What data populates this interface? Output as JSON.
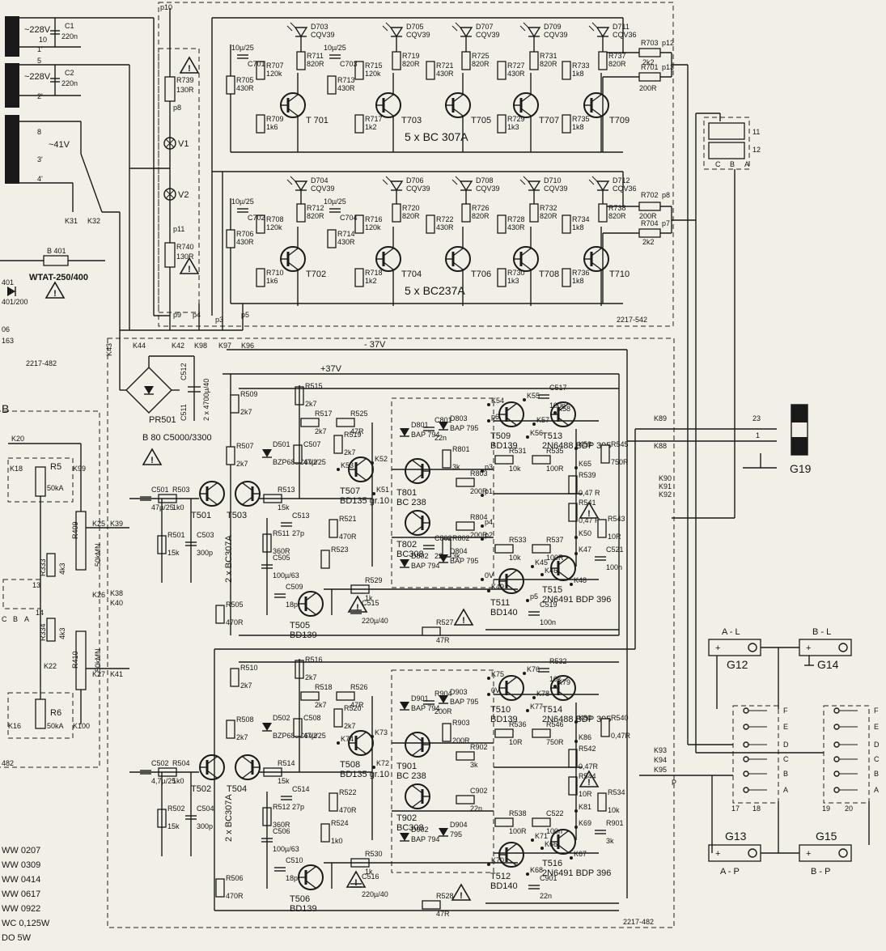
{
  "drawing_numbers": [
    "2217-542",
    "2217-482",
    "2217-482"
  ],
  "transformer_taps": [
    {
      "id": "tap-228a",
      "label": "~228V",
      "pins": [
        "C1",
        "220n"
      ]
    },
    {
      "id": "tap-228b",
      "label": "~228V",
      "pins": [
        "C2",
        "220n"
      ]
    },
    {
      "id": "tap-41",
      "label": "~41V"
    }
  ],
  "pins": {
    "top": [
      "10",
      "1'",
      "5",
      "2'",
      "8",
      "3'",
      "4'"
    ]
  },
  "upper_board": {
    "leds_top": [
      {
        "ref": "D703",
        "type": "CQV39"
      },
      {
        "ref": "D705",
        "type": "CQV39"
      },
      {
        "ref": "D707",
        "type": "CQV39"
      },
      {
        "ref": "D709",
        "type": "CQV39"
      },
      {
        "ref": "D711",
        "type": "CQV36"
      }
    ],
    "leds_bottom": [
      {
        "ref": "D704",
        "type": "CQV39"
      },
      {
        "ref": "D706",
        "type": "CQV39"
      },
      {
        "ref": "D708",
        "type": "CQV39"
      },
      {
        "ref": "D710",
        "type": "CQV39"
      },
      {
        "ref": "D712",
        "type": "CQV36"
      }
    ],
    "transistors_top": [
      "T 701",
      "T703",
      "T705",
      "T707",
      "T709"
    ],
    "transistors_bottom": [
      "T702",
      "T704",
      "T706",
      "T708",
      "T710"
    ],
    "group_top": "5 x BC 307A",
    "group_bottom": "5 x BC237A",
    "resistors_top": [
      [
        "R707",
        "120k"
      ],
      [
        "R711",
        "820R"
      ],
      [
        "R705",
        "430R"
      ],
      [
        "R709",
        "1k6"
      ],
      [
        "R715",
        "120k"
      ],
      [
        "R719",
        "820R"
      ],
      [
        "R713",
        "430R"
      ],
      [
        "R717",
        "1k2"
      ],
      [
        "R721",
        "430R"
      ],
      [
        "R725",
        "820R"
      ],
      [
        "R729",
        "1k3"
      ],
      [
        "R727",
        "430R"
      ],
      [
        "R731",
        "820R"
      ],
      [
        "R733",
        "1k8"
      ],
      [
        "R735",
        "1k8"
      ],
      [
        "R737",
        "820R"
      ]
    ],
    "resistors_bottom": [
      [
        "R708",
        "120k"
      ],
      [
        "R712",
        "820R"
      ],
      [
        "R706",
        "430R"
      ],
      [
        "R710",
        "1k6"
      ],
      [
        "R716",
        "120k"
      ],
      [
        "R720",
        "820R"
      ],
      [
        "R714",
        "430R"
      ],
      [
        "R718",
        "1k2"
      ],
      [
        "R722",
        "430R"
      ],
      [
        "R726",
        "820R"
      ],
      [
        "R730",
        "1k3"
      ],
      [
        "R728",
        "430R"
      ],
      [
        "R732",
        "820R"
      ],
      [
        "R734",
        "1k8"
      ],
      [
        "R736",
        "1k8"
      ],
      [
        "R738",
        "820R"
      ]
    ],
    "caps": [
      [
        "C701",
        "10µ/25"
      ],
      [
        "C703",
        "10µ/25"
      ],
      [
        "C702",
        "10µ/25"
      ],
      [
        "C704",
        "10µ/25"
      ]
    ],
    "outputs": [
      [
        "R703",
        "2k2",
        "p12"
      ],
      [
        "R701",
        "200R",
        "p13"
      ],
      [
        "R702",
        "200R",
        "p8"
      ],
      [
        "R704",
        "2k2",
        "p7"
      ]
    ]
  },
  "lamp_column": {
    "r739": [
      "R739",
      "130R"
    ],
    "r740": [
      "R740",
      "130R"
    ],
    "lamps": [
      "V1",
      "V2"
    ],
    "nodes": [
      "p10",
      "p8",
      "p11",
      "p9"
    ]
  },
  "power": {
    "minus_rail": "- 37V",
    "plus_rail": "+37V",
    "bridge": "PR501",
    "bridge_type": "B 80 C5000/3300",
    "c512": "C512",
    "c511": "C511",
    "caps_value": "2 x 4700µ/40",
    "fuse": "B 401",
    "fuse_type": "WTAT-250/400",
    "aux": [
      "401",
      "401/200",
      "06",
      "163"
    ]
  },
  "connectors": [
    "K31",
    "K32",
    "K43",
    "K44",
    "K42",
    "K98",
    "K97",
    "K96",
    "p4",
    "p3",
    "p5",
    "K20",
    "K18",
    "K99",
    "K25",
    "K39",
    "K26",
    "K38",
    "K40",
    "K22",
    "K27",
    "K41",
    "K16",
    "K100",
    "K89",
    "K88",
    "K90",
    "K91",
    "K92",
    "K93",
    "K94",
    "K95"
  ],
  "upper_amp": {
    "transistors": [
      [
        "T501",
        ""
      ],
      [
        "T503",
        ""
      ],
      [
        "T505",
        "BD139"
      ],
      [
        "T507",
        "BD135 gr.10"
      ],
      [
        "T509",
        "BD139"
      ],
      [
        "T511",
        "BD140"
      ],
      [
        "T513",
        "2N6488 BDP 395"
      ],
      [
        "T515",
        "2N6491 BDP 396"
      ],
      [
        "T801",
        "BC 238"
      ],
      [
        "T802",
        "BC308"
      ]
    ],
    "pair_label": "2 x BC307A",
    "parts": [
      [
        "R509",
        "2k7"
      ],
      [
        "R515",
        "2k7"
      ],
      [
        "R517",
        "2k7"
      ],
      [
        "R525",
        "47R"
      ],
      [
        "R519",
        "2k7"
      ],
      [
        "R507",
        "2k7"
      ],
      [
        "D501",
        "BZP683C6V2"
      ],
      [
        "C507",
        "47µ/25"
      ],
      [
        "C501",
        "47µ/25"
      ],
      [
        "R503",
        "1k0"
      ],
      [
        "R513",
        "15k"
      ],
      [
        "C513",
        "27p"
      ],
      [
        "R501",
        "15k"
      ],
      [
        "C503",
        "300p"
      ],
      [
        "R511",
        "360R"
      ],
      [
        "C505",
        "100µ/63"
      ],
      [
        "R521",
        "470R"
      ],
      [
        "R523",
        ""
      ],
      [
        "C509",
        "18p"
      ],
      [
        "R529",
        "1k"
      ],
      [
        "R505",
        "470R"
      ],
      [
        "C515",
        "220µ/40"
      ],
      [
        "R527",
        "47R"
      ],
      [
        "C517",
        "100n"
      ],
      [
        "R531",
        "10k"
      ],
      [
        "R535",
        "100R"
      ],
      [
        "R545",
        "750R"
      ],
      [
        "R539",
        "0,47 R"
      ],
      [
        "R541",
        "0,47 R"
      ],
      [
        "R543",
        "10R"
      ],
      [
        "R533",
        "10k"
      ],
      [
        "R537",
        "100R"
      ],
      [
        "C521",
        "100n"
      ],
      [
        "C519",
        "100n"
      ],
      [
        "R801",
        "3k"
      ],
      [
        "C801",
        "22n"
      ],
      [
        "R803",
        "200R"
      ],
      [
        "R804",
        "200R"
      ],
      [
        "R802",
        "3k"
      ],
      [
        "C802",
        "22n"
      ]
    ],
    "diodes": [
      [
        "D801",
        "BAP 794"
      ],
      [
        "D803",
        "BAP 795"
      ],
      [
        "D804",
        "BAP 795"
      ],
      [
        "D802",
        "BAP 794"
      ]
    ],
    "nodes": [
      "K54",
      "K55",
      "K57",
      "K58",
      "K56",
      "K59",
      "K65",
      "K53",
      "K52",
      "K51",
      "K50",
      "K47",
      "K45",
      "K46",
      "K48",
      "K49",
      "p5",
      "p6",
      "p3",
      "p1",
      "p4",
      "p2",
      "0V"
    ]
  },
  "lower_amp": {
    "transistors": [
      [
        "T502",
        ""
      ],
      [
        "T504",
        ""
      ],
      [
        "T506",
        "BD139"
      ],
      [
        "T508",
        "BD135 gr.10"
      ],
      [
        "T510",
        "BD139"
      ],
      [
        "T512",
        "BD140"
      ],
      [
        "T514",
        "2N6488 BDP 395"
      ],
      [
        "T516",
        "2N6491 BDP 396"
      ],
      [
        "T901",
        "BC 238"
      ],
      [
        "T902",
        "BC308"
      ]
    ],
    "pair_label": "2 x BC307A",
    "parts": [
      [
        "R510",
        "2k7"
      ],
      [
        "R516",
        "2k7"
      ],
      [
        "R518",
        "2k7"
      ],
      [
        "R526",
        "47R"
      ],
      [
        "R520",
        "2k7"
      ],
      [
        "R508",
        "2k7"
      ],
      [
        "D502",
        "BZP683C6V2"
      ],
      [
        "C508",
        "47µ/25"
      ],
      [
        "C502",
        "4,7µ/25"
      ],
      [
        "R504",
        "1k0"
      ],
      [
        "R514",
        "15k"
      ],
      [
        "C514",
        "27p"
      ],
      [
        "R502",
        "15k"
      ],
      [
        "C504",
        "300p"
      ],
      [
        "R512",
        "360R"
      ],
      [
        "C506",
        "100µ/63"
      ],
      [
        "R522",
        "470R"
      ],
      [
        "R524",
        "1k0"
      ],
      [
        "C510",
        "18p"
      ],
      [
        "R530",
        "1k"
      ],
      [
        "R506",
        "470R"
      ],
      [
        "C516",
        "220µ/40"
      ],
      [
        "R528",
        "47R"
      ],
      [
        "R532",
        "10k"
      ],
      [
        "R536",
        "10R"
      ],
      [
        "R546",
        "750R"
      ],
      [
        "R540",
        "0,47R"
      ],
      [
        "R542",
        "0,47R"
      ],
      [
        "R544",
        "10R"
      ],
      [
        "R534",
        "10k"
      ],
      [
        "R538",
        "100R"
      ],
      [
        "C522",
        "100n"
      ],
      [
        "R901",
        "3k"
      ],
      [
        "C901",
        "22n"
      ],
      [
        "R903",
        "200R"
      ],
      [
        "R904",
        "200R"
      ],
      [
        "R902",
        "3k"
      ],
      [
        "C902",
        "22n"
      ]
    ],
    "diodes": [
      [
        "D901",
        "BAP 794"
      ],
      [
        "D903",
        "BAP 795"
      ],
      [
        "D904",
        "795"
      ],
      [
        "D902",
        "BAP 794"
      ]
    ],
    "nodes": [
      "K75",
      "K76",
      "K78",
      "K79",
      "K77",
      "K80",
      "K86",
      "K74",
      "K73",
      "K72",
      "K81",
      "K69",
      "K71",
      "K66",
      "K67",
      "K70",
      "K68",
      "0V",
      "P"
    ]
  },
  "left_panel": {
    "r5": [
      "R5",
      "50kA"
    ],
    "r6": [
      "R6",
      "50kA"
    ],
    "r409": [
      "R409",
      "50kMN"
    ],
    "r410": [
      "R410",
      "50kMN"
    ],
    "r333": [
      "R333",
      "4k3"
    ],
    "r334": [
      "R334",
      "4k3"
    ],
    "switch_pins": [
      "13",
      "14",
      "C",
      "B",
      "A"
    ],
    "tag": "B",
    "tag2": "2217-482",
    "tag3": "482"
  },
  "right_side": {
    "switch_pins": [
      "11",
      "12",
      "C",
      "B",
      "A"
    ],
    "socket": "G19",
    "socket_pins": [
      "23",
      "1"
    ],
    "speakers": [
      [
        "G12",
        "A - L"
      ],
      [
        "G14",
        "B - L"
      ],
      [
        "G13",
        "A - P"
      ],
      [
        "G15",
        "B - P"
      ]
    ],
    "selector_left": [
      "F",
      "E",
      "D",
      "C",
      "B",
      "A"
    ],
    "selector_right": [
      "F",
      "E",
      "D",
      "C",
      "B",
      "A"
    ],
    "selector_nums": [
      "17",
      "18",
      "19",
      "20"
    ]
  },
  "legend": [
    "WW 0207",
    "WW 0309",
    "WW 0414",
    "WW 0617",
    "WW 0922",
    "WC 0,125W",
    "DO  5W"
  ]
}
